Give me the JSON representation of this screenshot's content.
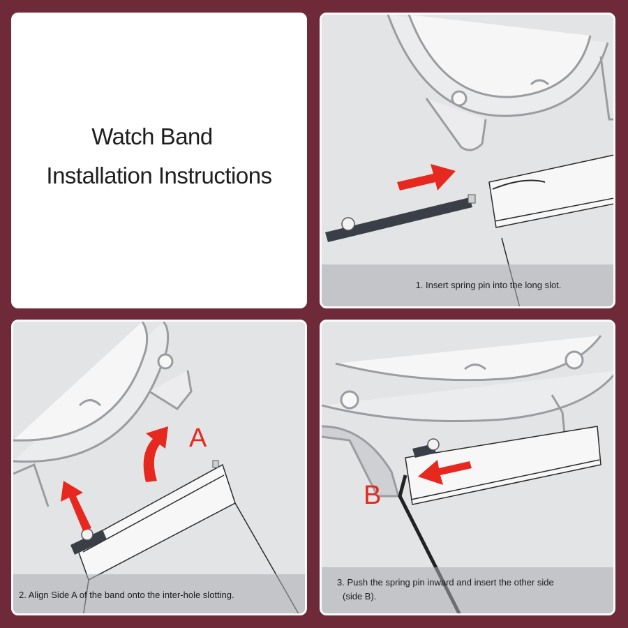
{
  "title": {
    "line1": "Watch Band",
    "line2": "Installation Instructions"
  },
  "steps": [
    {
      "caption": "1. Insert spring pin into the long slot."
    },
    {
      "caption": "2. Align Side A of the band onto the inter-hole slotting.",
      "label": "A"
    },
    {
      "caption_line1": "3. Push the spring pin inward and insert the other side",
      "caption_line2": "(side B).",
      "label": "B"
    }
  ],
  "colors": {
    "background": "#6e2a38",
    "panel": "#e3e4e6",
    "arrow": "#e6281e",
    "pin": "#3a3f47"
  },
  "icons": [
    "watch-case-outline",
    "spring-pin",
    "red-arrow",
    "curved-arrow",
    "band-strap"
  ]
}
